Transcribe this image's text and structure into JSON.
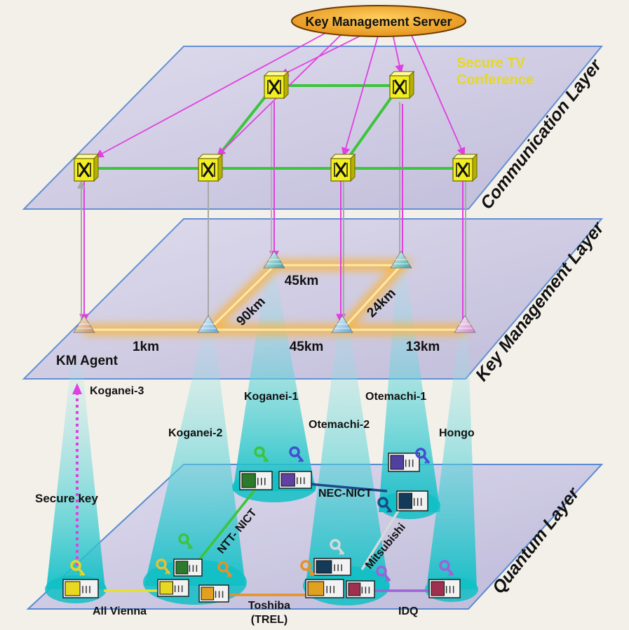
{
  "server": {
    "label": "Key Management Server"
  },
  "conference": {
    "line1": "Secure TV",
    "line2": "Conference"
  },
  "layers": {
    "communication": "Communication Layer",
    "key_management": "Key Management Layer",
    "quantum": "Quantum Layer"
  },
  "km_agent": "KM Agent",
  "distances": {
    "d1": "45km",
    "d2": "90km",
    "d3": "24km",
    "d4": "1km",
    "d5": "45km",
    "d6": "13km"
  },
  "nodes": {
    "koganei3": "Koganei-3",
    "koganei1": "Koganei-1",
    "otemachi1": "Otemachi-1",
    "koganei2": "Koganei-2",
    "otemachi2": "Otemachi-2",
    "hongo": "Hongo"
  },
  "secure_key": "Secure key",
  "links": {
    "nec_nict": "NEC-NICT",
    "ntt_nict": "NTT- NICT",
    "mitsubishi": "Mitsubishi",
    "all_vienna": "All Vienna",
    "toshiba_1": "Toshiba",
    "toshiba_2": "(TREL)",
    "idq": "IDQ"
  },
  "colors": {
    "plane_fill": "#c9c6e4",
    "plane_edge": "#4a7fd0",
    "switch_yellow": "#f2ee22",
    "link_green": "#3cc43c",
    "arrow_magenta": "#e040e0",
    "km_glow": "#f5b648",
    "beam_cyan": "#14c1c8",
    "conference_text": "#e8d820",
    "server_fill": "#f0a020"
  },
  "icons": [
    "switch-icon",
    "pyramid-icon",
    "key-icon",
    "qkd-device-icon"
  ]
}
